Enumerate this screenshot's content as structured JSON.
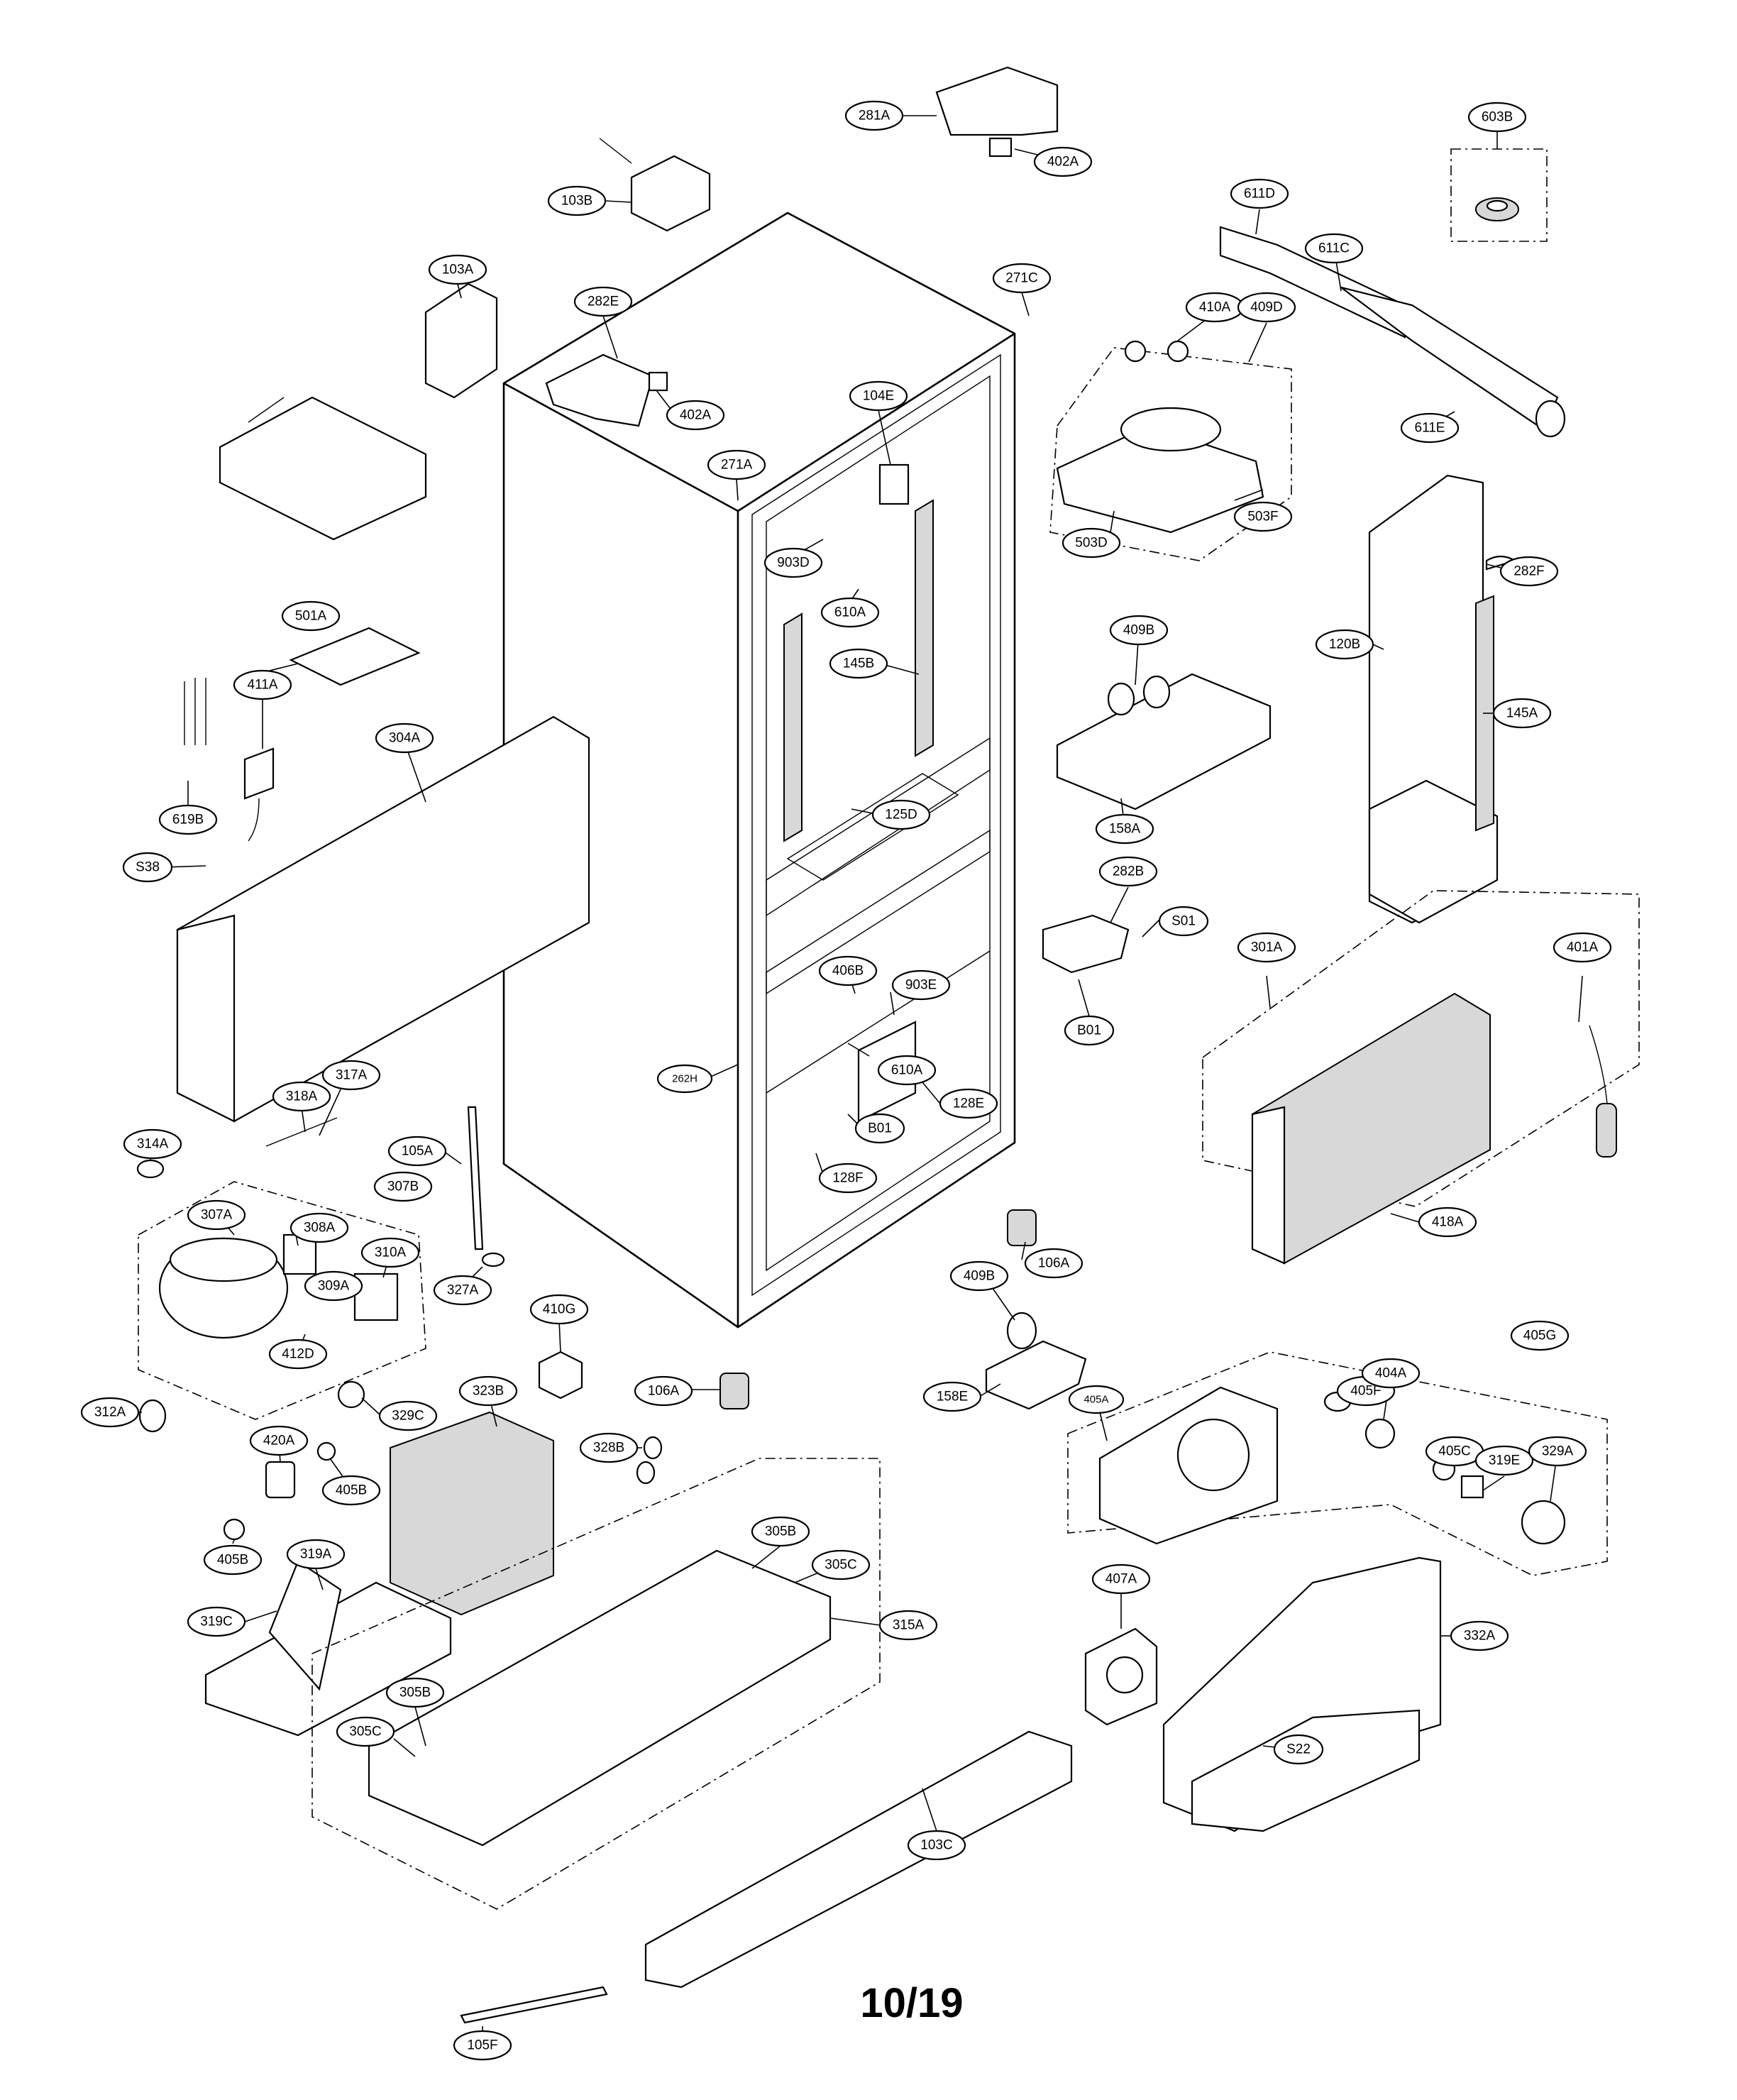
{
  "page_number": "10/19",
  "labels": {
    "p281A": "281A",
    "p402A_top": "402A",
    "p603B": "603B",
    "p103B": "103B",
    "p611D": "611D",
    "p611C": "611C",
    "p103A": "103A",
    "p282E": "282E",
    "p271C": "271C",
    "p410A": "410A",
    "p409D": "409D",
    "p104E": "104E",
    "p402A_mid": "402A",
    "p611E": "611E",
    "p271A": "271A",
    "p503F": "503F",
    "p503D": "503D",
    "p903D": "903D",
    "p282F": "282F",
    "p610A_top": "610A",
    "p501A": "501A",
    "p409B_top": "409B",
    "p120B": "120B",
    "p411A": "411A",
    "p145B": "145B",
    "p304A": "304A",
    "p145A": "145A",
    "p619B": "619B",
    "p125D": "125D",
    "p158A": "158A",
    "p S38": "S38",
    "p282B": "282B",
    "pS01": "S01",
    "p301A": "301A",
    "p401A": "401A",
    "p406B": "406B",
    "p903E": "903E",
    "pB01_right": "B01",
    "p262H": "262H",
    "p610A_bot": "610A",
    "p317A": "317A",
    "p318A": "318A",
    "p128E": "128E",
    "pB01_bot": "B01",
    "p314A": "314A",
    "p105A": "105A",
    "p128F": "128F",
    "p307B": "307B",
    "p307A": "307A",
    "p418A": "418A",
    "p308A": "308A",
    "p310A": "310A",
    "p106A_right": "106A",
    "p309A": "309A",
    "p327A": "327A",
    "p409B_bot": "409B",
    "p405G": "405G",
    "p410G": "410G",
    "p412D": "412D",
    "p405F": "405F",
    "p404A": "404A",
    "p312A": "312A",
    "p106A_mid": "106A",
    "p158E": "158E",
    "p405A": "405A",
    "p323B": "323B",
    "p329C": "329C",
    "p405C": "405C",
    "p319E": "319E",
    "p329A": "329A",
    "p420A": "420A",
    "p328B": "328B",
    "p405B_a": "405B",
    "p305B_top": "305B",
    "p305C_top": "305C",
    "p405B_b": "405B",
    "p319A": "319A",
    "p407A": "407A",
    "p319C": "319C",
    "p315A": "315A",
    "p332A": "332A",
    "p305B_bot": "305B",
    "p305C_bot": "305C",
    "pS22": "S22",
    "p103C": "103C",
    "p105F": "105F"
  }
}
